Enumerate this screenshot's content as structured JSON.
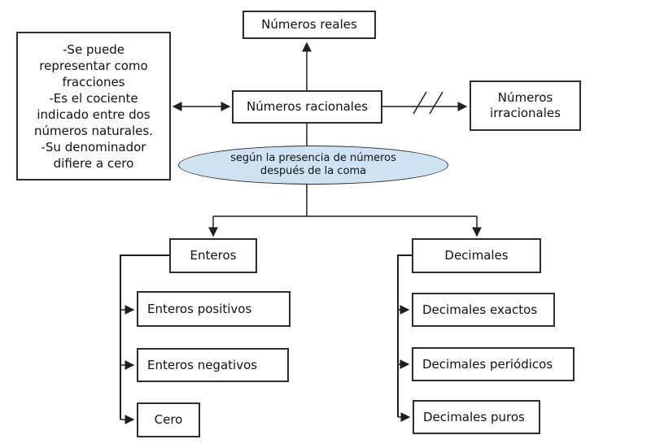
{
  "colors": {
    "background": "#ffffff",
    "box_border": "#2e2e2e",
    "connector_line": "#1f1f1f",
    "ellipse_fill": "#cfe2f3",
    "text": "#111111"
  },
  "nodes": {
    "reales": "Números reales",
    "racionales": "Números racionales",
    "irracionales": "Números irracionales",
    "properties": "-Se puede\nrepresentar como\nfracciones\n-Es el cociente\nindicado entre dos\nnúmeros naturales.\n-Su denominador\ndifiere a cero",
    "condition": "según la presencia de números\ndespués de la coma",
    "enteros": "Enteros",
    "decimales": "Decimales",
    "enteros_positivos": "Enteros positivos",
    "enteros_negativos": "Enteros negativos",
    "cero": "Cero",
    "decimales_exactos": "Decimales exactos",
    "decimales_periodicos": "Decimales periódicos",
    "decimales_puros": "Decimales puros"
  }
}
